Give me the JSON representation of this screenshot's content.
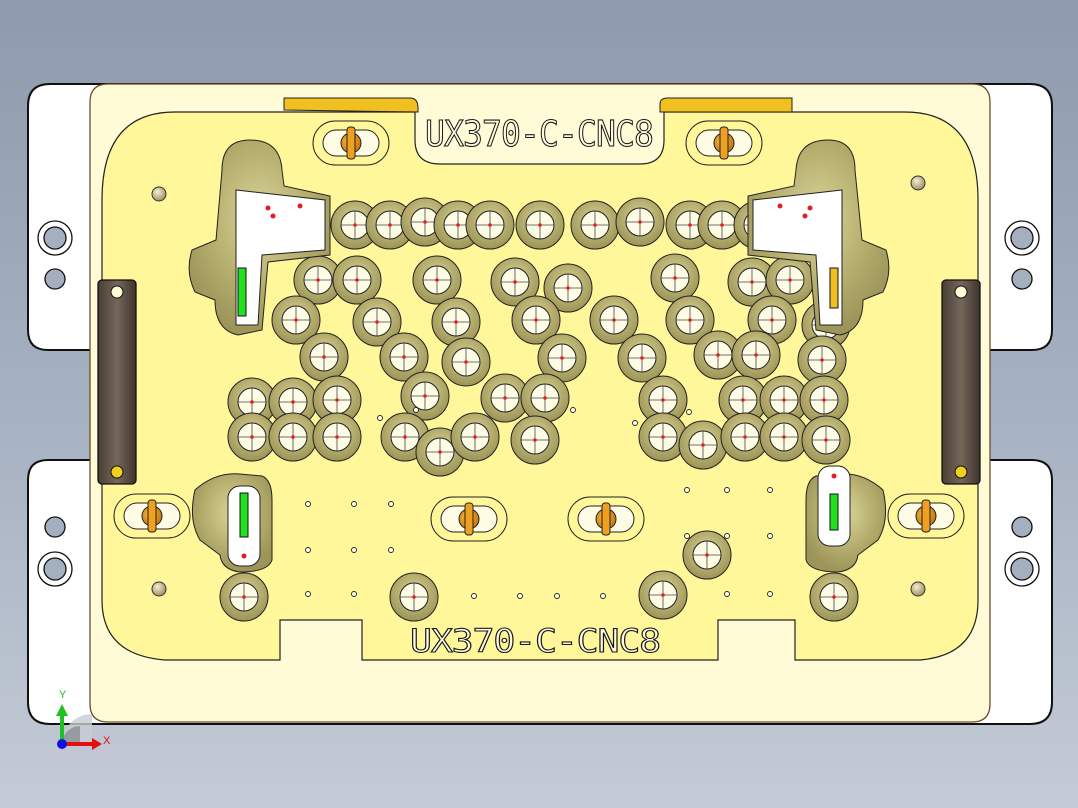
{
  "view": {
    "type": "CAD part drawing - top view",
    "background_color": "#a4afbf"
  },
  "part": {
    "engraving_top": "UX370-C-CNC8",
    "engraving_bottom": "UX370-C-CNC8",
    "colors": {
      "base_plate": "#ffffff",
      "fixture_plate": "#fffbd0",
      "top_face": "#fff79a",
      "pocket_wall": "#a8a060",
      "pocket_floor": "#fffce6",
      "locating_pin": "#e8a020",
      "clamp_handle": "#6a5a4c",
      "green_marker": "#20e020",
      "red_dot": "#e02020",
      "bracket": "#f0c020"
    }
  },
  "triad": {
    "x_label": "X",
    "y_label": "Y",
    "x_color": "#e01010",
    "y_color": "#20c020",
    "origin_color": "#1010e0"
  }
}
